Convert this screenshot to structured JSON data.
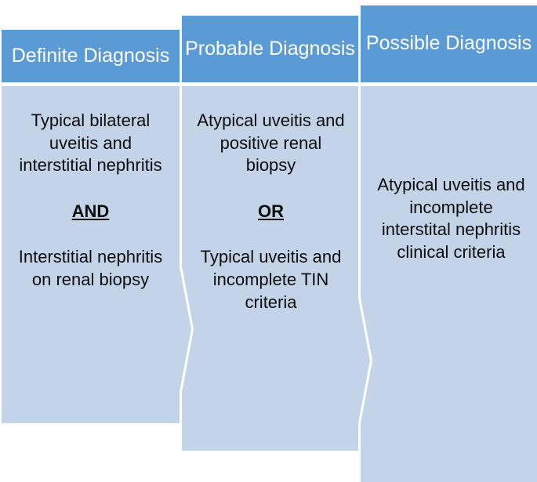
{
  "diagram": {
    "type": "three-column-criteria-diagram",
    "colors": {
      "header_fill": "#5B9BD5",
      "body_fill": "#C3D4E9",
      "header_text": "#FFFFFF",
      "body_text": "#0D0D0D",
      "background": "#FFFFFF"
    },
    "columns": [
      {
        "id": "definite",
        "header": "Definite Diagnosis",
        "blocks": [
          {
            "kind": "criterion",
            "text": "Typical bilateral uveitis and interstitial nephritis"
          },
          {
            "kind": "connector",
            "text": "AND"
          },
          {
            "kind": "criterion",
            "text": "Interstitial nephritis on renal biopsy"
          }
        ]
      },
      {
        "id": "probable",
        "header": "Probable Diagnosis",
        "blocks": [
          {
            "kind": "criterion",
            "text": "Atypical uveitis and positive renal biopsy"
          },
          {
            "kind": "connector",
            "text": "OR"
          },
          {
            "kind": "criterion",
            "text": "Typical uveitis and incomplete TIN criteria"
          }
        ]
      },
      {
        "id": "possible",
        "header": "Possible Diagnosis",
        "blocks": [
          {
            "kind": "criterion",
            "text": "Atypical uveitis and incomplete interstital nephritis clinical criteria"
          }
        ]
      }
    ]
  }
}
